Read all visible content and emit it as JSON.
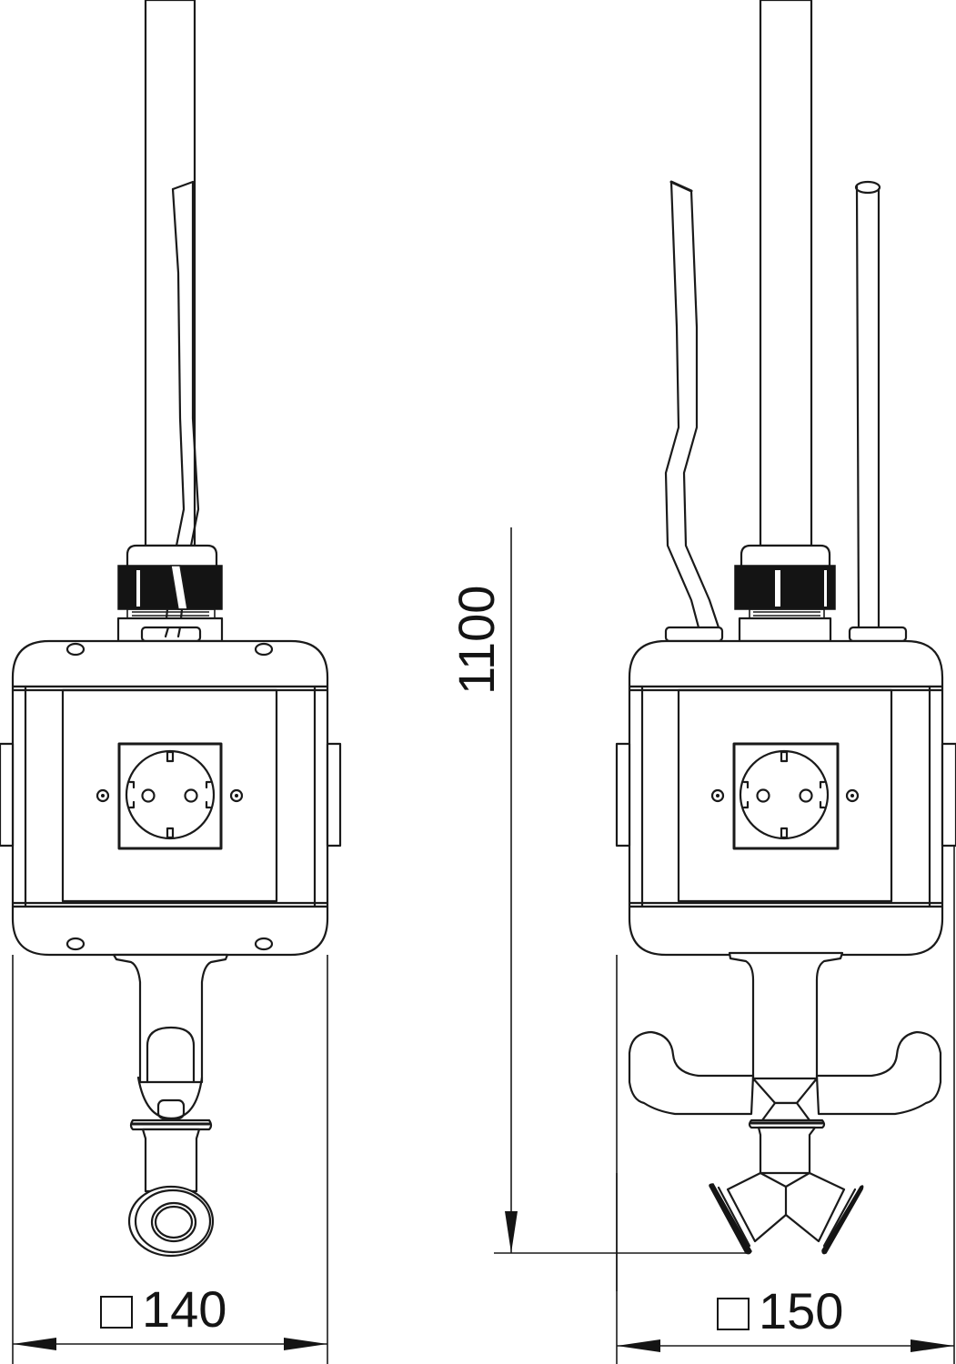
{
  "drawing": {
    "type": "technical dimension drawing",
    "views": [
      {
        "id": "left-unit",
        "description": "Pole-mounted socket box with single clamp fitting",
        "socket_count": 1,
        "width_dimension": {
          "symbol": "square",
          "value": "140"
        }
      },
      {
        "id": "right-unit",
        "description": "Pole-mounted socket box with double hook and Y-clamp fitting",
        "socket_count": 1,
        "width_dimension": {
          "symbol": "square",
          "value": "150"
        }
      }
    ],
    "height_dimension": {
      "value": "1100",
      "orientation": "vertical"
    }
  },
  "labels": {
    "left_width": "140",
    "right_width": "150",
    "height": "1100"
  },
  "colors": {
    "line": "#1a1a1a",
    "background": "#ffffff"
  }
}
